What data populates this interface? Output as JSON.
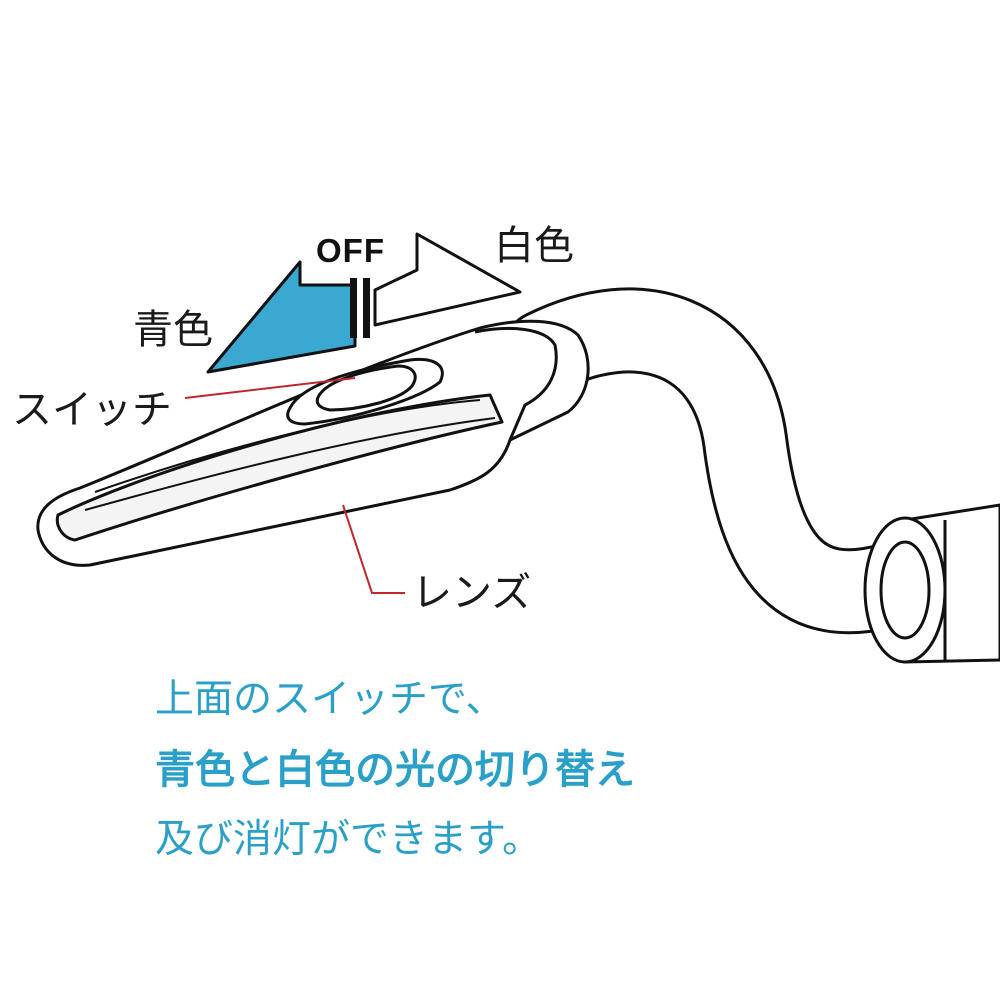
{
  "labels": {
    "blue": "青色",
    "white": "白色",
    "off": "OFF",
    "switch": "スイッチ",
    "lens": "レンズ"
  },
  "caption": {
    "line1": "上面のスイッチで、",
    "line2": "青色と白色の光の切り替え",
    "line3": "及び消灯ができます。"
  },
  "colors": {
    "accent_blue": "#3aa8d0",
    "caption_blue": "#2aa0c8",
    "leader_red": "#c0262c",
    "outline": "#111111"
  },
  "icons": {
    "blue_position": "left-triangle-arrow",
    "white_position": "right-triangle-arrow",
    "off_position": "center-marker"
  }
}
